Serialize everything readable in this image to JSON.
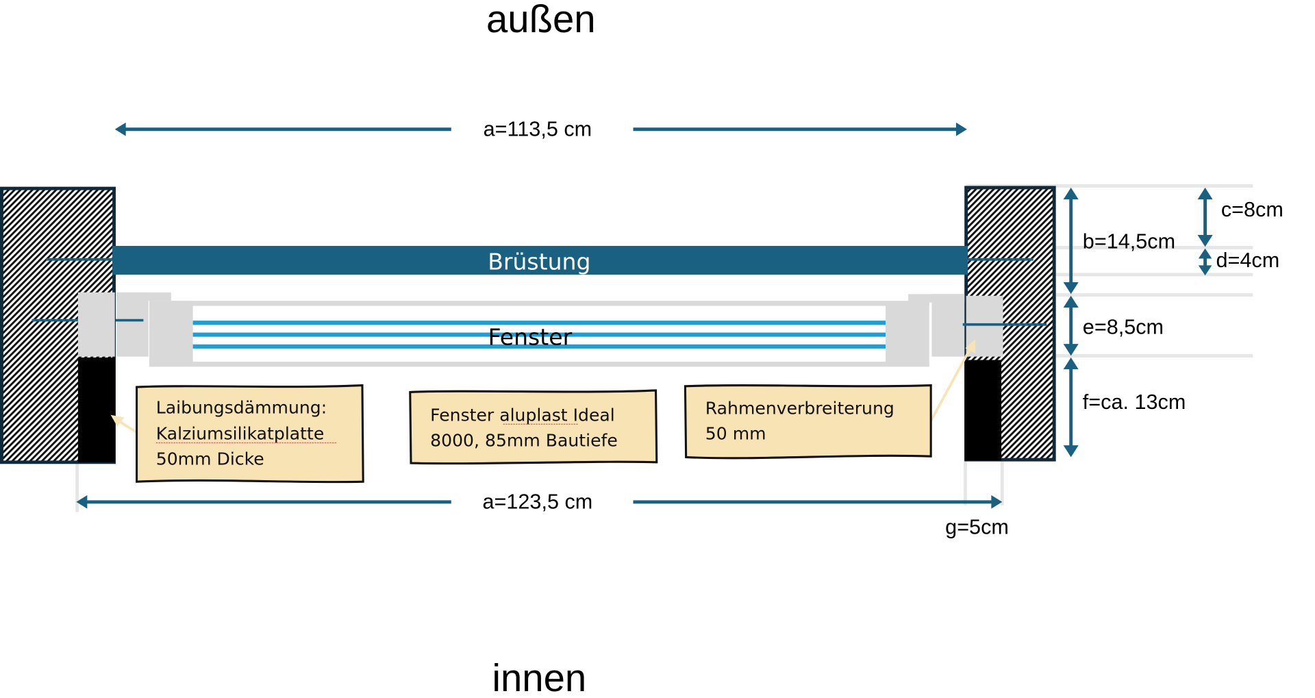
{
  "labels": {
    "outside": "außen",
    "inside": "innen",
    "parapet": "Brüstung",
    "window": "Fenster"
  },
  "dimensions": {
    "a_top": "a=113,5 cm",
    "a_bottom": "a=123,5 cm",
    "b": "b=14,5cm",
    "c": "c=8cm",
    "d": "d=4cm",
    "e": "e=8,5cm",
    "f": "f=ca. 13cm",
    "g": "g=5cm"
  },
  "notes": [
    {
      "lines": [
        "Laibungsdämmung:",
        "Kalziumsilikatplatte",
        "50mm Dicke"
      ],
      "underlined_word": "Kalziumsilikatplatte"
    },
    {
      "lines": [
        "Fenster aluplast Ideal",
        "8000, 85mm Bautiefe"
      ],
      "underlined_word": "aluplast"
    },
    {
      "lines": [
        "Rahmenverbreiterung",
        "50 mm"
      ]
    }
  ],
  "colors": {
    "accent": "#1a6080",
    "glass": "#1a9fd6",
    "frame": "#d9d9d9",
    "note_fill": "#f8e3b4",
    "wall_border": "#0f2a3a",
    "insulation": "#000000"
  }
}
